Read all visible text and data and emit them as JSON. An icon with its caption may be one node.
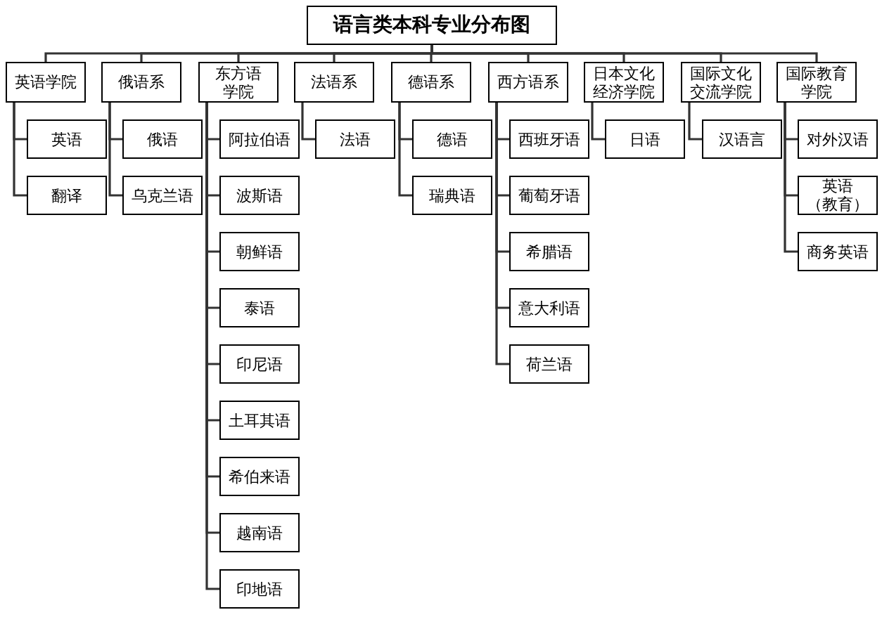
{
  "diagram": {
    "nodes": [
      {
        "text": [
          "语言类本科专业分布图"
        ]
      },
      {
        "text": [
          "英语学院"
        ]
      },
      {
        "text": [
          "英语"
        ]
      },
      {
        "text": [
          "翻译"
        ]
      },
      {
        "text": [
          "俄语系"
        ]
      },
      {
        "text": [
          "俄语"
        ]
      },
      {
        "text": [
          "乌克兰语"
        ]
      },
      {
        "text": [
          "东方语学院"
        ]
      },
      {
        "text": [
          "阿拉伯语"
        ]
      },
      {
        "text": [
          "波斯语"
        ]
      },
      {
        "text": [
          "朝鲜语"
        ]
      },
      {
        "text": [
          "泰语"
        ]
      },
      {
        "text": [
          "印尼语"
        ]
      },
      {
        "text": [
          "土耳其语"
        ]
      },
      {
        "text": [
          "希伯来语"
        ]
      },
      {
        "text": [
          "越南语"
        ]
      },
      {
        "text": [
          "印地语"
        ]
      },
      {
        "text": [
          "法语系"
        ]
      },
      {
        "text": [
          "法语"
        ]
      },
      {
        "text": [
          "德语系"
        ]
      },
      {
        "text": [
          "德语"
        ]
      },
      {
        "text": [
          "瑞典语"
        ]
      },
      {
        "text": [
          "西方语系"
        ]
      },
      {
        "text": [
          "西班牙语"
        ]
      },
      {
        "text": [
          "葡萄牙语"
        ]
      },
      {
        "text": [
          "希腊语"
        ]
      },
      {
        "text": [
          "意大利语"
        ]
      },
      {
        "text": [
          "荷兰语"
        ]
      },
      {
        "text": [
          "日本文化经济学院"
        ]
      },
      {
        "text": [
          "日语"
        ]
      },
      {
        "text": [
          "国际文化交流学院"
        ]
      },
      {
        "text": [
          "汉语言"
        ]
      },
      {
        "text": [
          "国际教育学院"
        ]
      },
      {
        "text": [
          "对外汉语"
        ]
      },
      {
        "text": [
          "英语（教育）"
        ]
      },
      {
        "text": [
          "商务英语"
        ]
      }
    ],
    "edges": [
      {
        "from": 0,
        "to": 1,
        "arrow": "none"
      },
      {
        "from": 0,
        "to": 4,
        "arrow": "none"
      },
      {
        "from": 0,
        "to": 7,
        "arrow": "none"
      },
      {
        "from": 0,
        "to": 17,
        "arrow": "none"
      },
      {
        "from": 0,
        "to": 19,
        "arrow": "none"
      },
      {
        "from": 0,
        "to": 22,
        "arrow": "none"
      },
      {
        "from": 0,
        "to": 28,
        "arrow": "none"
      },
      {
        "from": 0,
        "to": 30,
        "arrow": "none"
      },
      {
        "from": 0,
        "to": 32,
        "arrow": "none"
      },
      {
        "from": 1,
        "to": 2,
        "arrow": "none"
      },
      {
        "from": 1,
        "to": 3,
        "arrow": "none"
      },
      {
        "from": 4,
        "to": 5,
        "arrow": "none"
      },
      {
        "from": 4,
        "to": 6,
        "arrow": "none"
      },
      {
        "from": 7,
        "to": 8,
        "arrow": "none"
      },
      {
        "from": 7,
        "to": 9,
        "arrow": "none"
      },
      {
        "from": 7,
        "to": 10,
        "arrow": "none"
      },
      {
        "from": 7,
        "to": 11,
        "arrow": "none"
      },
      {
        "from": 7,
        "to": 12,
        "arrow": "none"
      },
      {
        "from": 7,
        "to": 13,
        "arrow": "none"
      },
      {
        "from": 7,
        "to": 14,
        "arrow": "none"
      },
      {
        "from": 7,
        "to": 15,
        "arrow": "none"
      },
      {
        "from": 7,
        "to": 16,
        "arrow": "none"
      },
      {
        "from": 17,
        "to": 18,
        "arrow": "none"
      },
      {
        "from": 19,
        "to": 20,
        "arrow": "none"
      },
      {
        "from": 19,
        "to": 21,
        "arrow": "none"
      },
      {
        "from": 22,
        "to": 23,
        "arrow": "none"
      },
      {
        "from": 22,
        "to": 24,
        "arrow": "none"
      },
      {
        "from": 22,
        "to": 25,
        "arrow": "none"
      },
      {
        "from": 22,
        "to": 26,
        "arrow": "none"
      },
      {
        "from": 22,
        "to": 27,
        "arrow": "none"
      },
      {
        "from": 28,
        "to": 29,
        "arrow": "none"
      },
      {
        "from": 30,
        "to": 31,
        "arrow": "none"
      },
      {
        "from": 32,
        "to": 33,
        "arrow": "none"
      },
      {
        "from": 32,
        "to": 34,
        "arrow": "none"
      },
      {
        "from": 32,
        "to": 35,
        "arrow": "none"
      }
    ]
  }
}
